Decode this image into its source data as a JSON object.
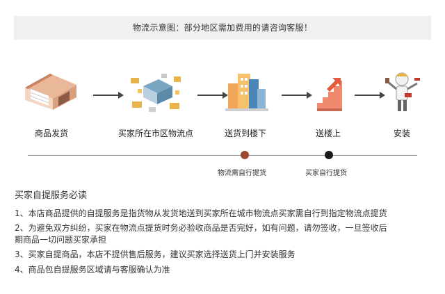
{
  "banner": {
    "text": "物流示意图：部分地区需加费用的请咨询客服！"
  },
  "steps": [
    {
      "label": "商品发货",
      "icon": "warehouse-icon"
    },
    {
      "label": "买家所在市区物流点",
      "icon": "logistics-hub-icon"
    },
    {
      "label": "送货到楼下",
      "icon": "buildings-icon"
    },
    {
      "label": "送楼上",
      "icon": "stairs-icon"
    },
    {
      "label": "安装",
      "icon": "installer-icon"
    }
  ],
  "timeline": {
    "markers": [
      {
        "label": "物流需自行提货",
        "color": "#9b4a2f"
      },
      {
        "label": "买家自行提货",
        "color": "#1a1a1a"
      }
    ]
  },
  "notes": {
    "title": "买家自提服务必读",
    "lines": [
      "1、本店商品提供的自提服务是指货物从发货地送到买家所在城市物流点买家需自行到指定物流点提货",
      "2、为避免双方纠纷，买家在物流点提货时务必验收商品是否完好，如有问题，请勿签收，一旦签收后",
      "期商品一切问题买家承担",
      "3、买家自提商品，本店不提供售后服务，建议买家选择送货上门并安装服务",
      "4、商品包自提服务区域请与客服确认为准"
    ]
  }
}
